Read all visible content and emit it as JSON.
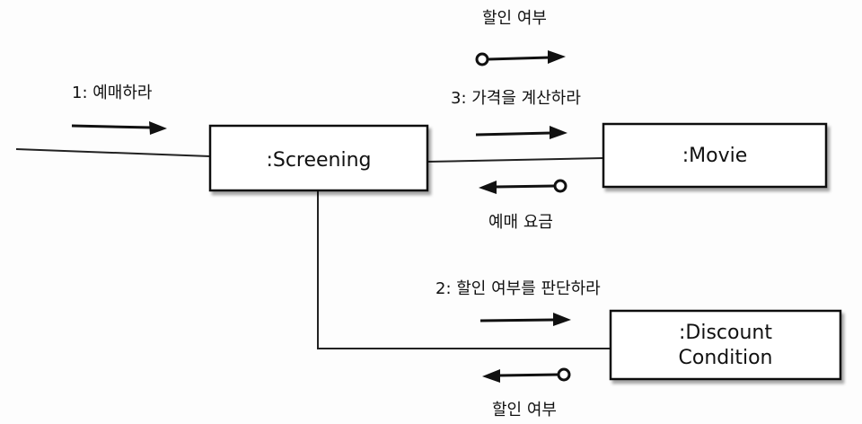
{
  "objects": {
    "screening": ":Screening",
    "movie": ":Movie",
    "discount_condition_line1": ":Discount",
    "discount_condition_line2": "Condition"
  },
  "messages": {
    "reserve": "1: 예매하라",
    "calculate_price": "3: 가격을 계산하라",
    "check_discount": "2: 할인 여부를 판단하라"
  },
  "data_flows": {
    "movie_discount_in": "할인 여부",
    "movie_fee_out": "예매 요금",
    "condition_discount_out": "할인 여부"
  }
}
